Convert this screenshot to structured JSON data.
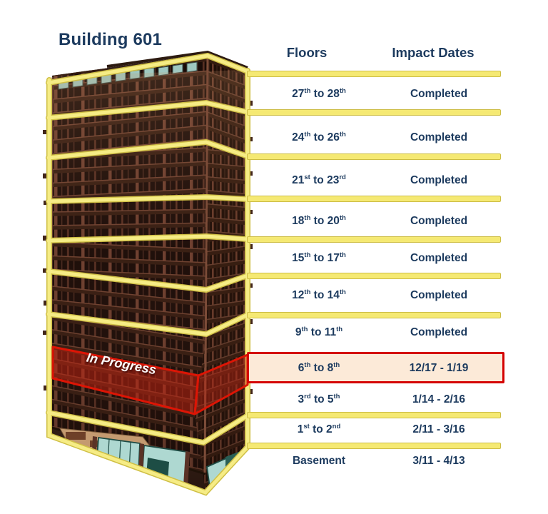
{
  "title": "Building 601",
  "columns": {
    "floors": "Floors",
    "impact": "Impact Dates"
  },
  "in_progress_label": "In Progress",
  "rows": [
    {
      "p0": "27",
      "s0": "th",
      "mid": " to ",
      "p1": "28",
      "s1": "th",
      "impact": "Completed",
      "highlight": false
    },
    {
      "p0": "24",
      "s0": "th",
      "mid": " to ",
      "p1": "26",
      "s1": "th",
      "impact": "Completed",
      "highlight": false
    },
    {
      "p0": "21",
      "s0": "st",
      "mid": " to ",
      "p1": "23",
      "s1": "rd",
      "impact": "Completed",
      "highlight": false
    },
    {
      "p0": "18",
      "s0": "th",
      "mid": " to ",
      "p1": "20",
      "s1": "th",
      "impact": "Completed",
      "highlight": false
    },
    {
      "p0": "15",
      "s0": "th",
      "mid": " to ",
      "p1": "17",
      "s1": "th",
      "impact": "Completed",
      "highlight": false
    },
    {
      "p0": "12",
      "s0": "th",
      "mid": " to ",
      "p1": "14",
      "s1": "th",
      "impact": "Completed",
      "highlight": false
    },
    {
      "p0": "9",
      "s0": "th",
      "mid": " to ",
      "p1": "11",
      "s1": "th",
      "impact": "Completed",
      "highlight": false
    },
    {
      "p0": "6",
      "s0": "th",
      "mid": " to ",
      "p1": "8",
      "s1": "th",
      "impact": "12/17 - 1/19",
      "highlight": true
    },
    {
      "p0": "3",
      "s0": "rd",
      "mid": " to ",
      "p1": "5",
      "s1": "th",
      "impact": "1/14 - 2/16",
      "highlight": false
    },
    {
      "p0": "1",
      "s0": "st",
      "mid": " to ",
      "p1": "2",
      "s1": "nd",
      "impact": "2/11 - 3/16",
      "highlight": false
    },
    {
      "p0": "Basement",
      "s0": "",
      "mid": "",
      "p1": "",
      "s1": "",
      "impact": "3/11 - 4/13",
      "highlight": false
    }
  ],
  "colors": {
    "text_navy": "#1c3a5e",
    "band_yellow": "#f5e973",
    "band_yellow_border": "#cdbd45",
    "highlight_red": "#d40000",
    "highlight_fill": "#fcead8",
    "building_brown": "#5f392e",
    "lobby_teal": "#aed8d1"
  }
}
